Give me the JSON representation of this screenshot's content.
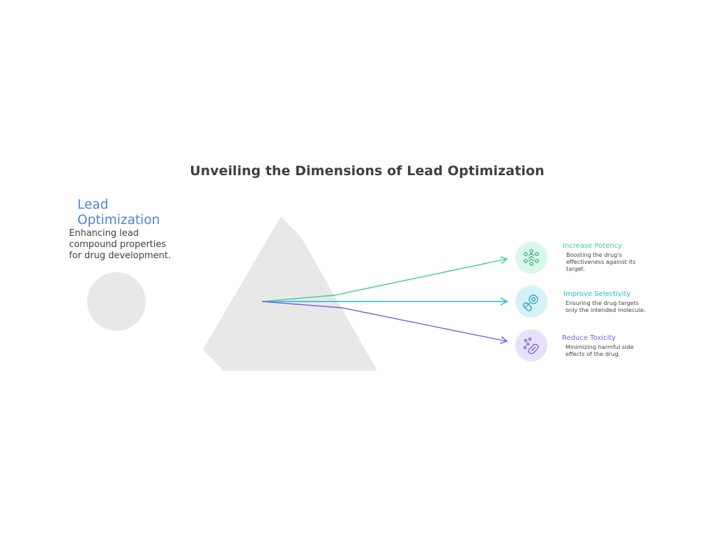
{
  "title": "Unveiling the Dimensions of Lead Optimization",
  "source": {
    "heading": "Lead Optimization",
    "description": "Enhancing lead compound properties for drug development."
  },
  "outcomes": [
    {
      "title": "Increase Potency",
      "description": "Boosting the drug's effectiveness against its target.",
      "icon": "molecule-cluster-icon",
      "color": "#3ecf8e",
      "icon_bg": "#d9f7ea"
    },
    {
      "title": "Improve Selectivity",
      "description": "Ensuring the drug targets only the intended molecule.",
      "icon": "targeted-pill-icon",
      "color": "#22b8d6",
      "icon_bg": "#d4f2f8"
    },
    {
      "title": "Reduce Toxicity",
      "description": "Minimizing harmful side effects of the drug.",
      "icon": "capsule-dots-icon",
      "color": "#7b5fe0",
      "icon_bg": "#e7e1fa"
    }
  ],
  "colors": {
    "title": "#3f3f3f",
    "heading": "#4a86d8",
    "shape_fill": "#e8e8e8"
  }
}
